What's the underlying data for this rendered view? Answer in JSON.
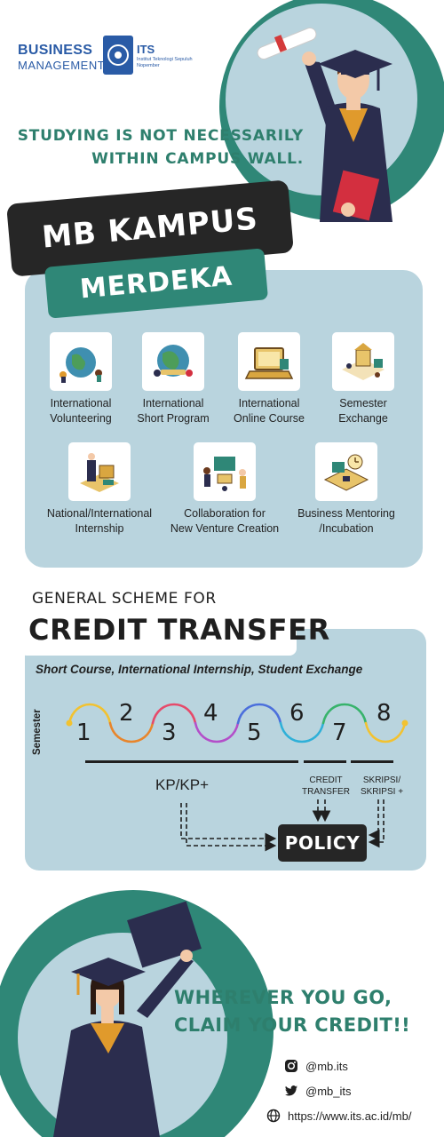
{
  "header": {
    "logo_line1": "BUSINESS",
    "logo_line2": "MANAGEMENT",
    "logo_its": "ITS",
    "logo_inst": "Institut Teknologi Sepuluh Nopember",
    "tagline_line1": "STUDYING IS NOT NECESSARILY",
    "tagline_line2": "WITHIN CAMPUS WALL."
  },
  "title": {
    "line1": "MB KAMPUS",
    "line2": "MERDEKA"
  },
  "programs": [
    {
      "line1": "International",
      "line2": "Volunteering",
      "icon": "globe-volunteers-icon"
    },
    {
      "line1": "International",
      "line2": "Short Program",
      "icon": "globe-people-icon"
    },
    {
      "line1": "International",
      "line2": "Online Course",
      "icon": "laptop-icon"
    },
    {
      "line1": "Semester",
      "line2": "Exchange",
      "icon": "campus-exchange-icon"
    },
    {
      "line1": "National/International",
      "line2": "Internship",
      "icon": "internship-icon"
    },
    {
      "line1": "Collaboration for",
      "line2": "New Venture Creation",
      "icon": "collaboration-icon"
    },
    {
      "line1": "Business Mentoring",
      "line2": "/Incubation",
      "icon": "mentoring-icon"
    }
  ],
  "credit": {
    "scheme_title": "GENERAL SCHEME FOR",
    "title": "CREDIT TRANSFER",
    "subtitle": "Short Course, International Internship, Student Exchange",
    "axis_label": "Semester",
    "semesters": [
      "1",
      "2",
      "3",
      "4",
      "5",
      "6",
      "7",
      "8"
    ],
    "kp_label": "KP/KP+",
    "credit_transfer_line1": "CREDIT",
    "credit_transfer_line2": "TRANSFER",
    "skripsi_line1": "SKRIPSI/",
    "skripsi_line2": "SKRIPSI +",
    "policy_label": "POLICY",
    "path_colors": [
      "#f2c230",
      "#e8852b",
      "#e64a6a",
      "#b34fc9",
      "#4b6fdc",
      "#2fb0d8",
      "#37b36b",
      "#f2c230"
    ]
  },
  "footer": {
    "slogan_line1": "WHEREVER YOU GO,",
    "slogan_line2": "CLAIM YOUR CREDIT!!",
    "instagram": "@mb.its",
    "twitter": "@mb_its",
    "website": "https://www.its.ac.id/mb/"
  },
  "colors": {
    "teal": "#2f8777",
    "panel": "#b9d4de",
    "dark": "#262626",
    "brand_blue": "#2a5ba6",
    "gown": "#2b2d4e",
    "gold": "#e09a2c"
  }
}
